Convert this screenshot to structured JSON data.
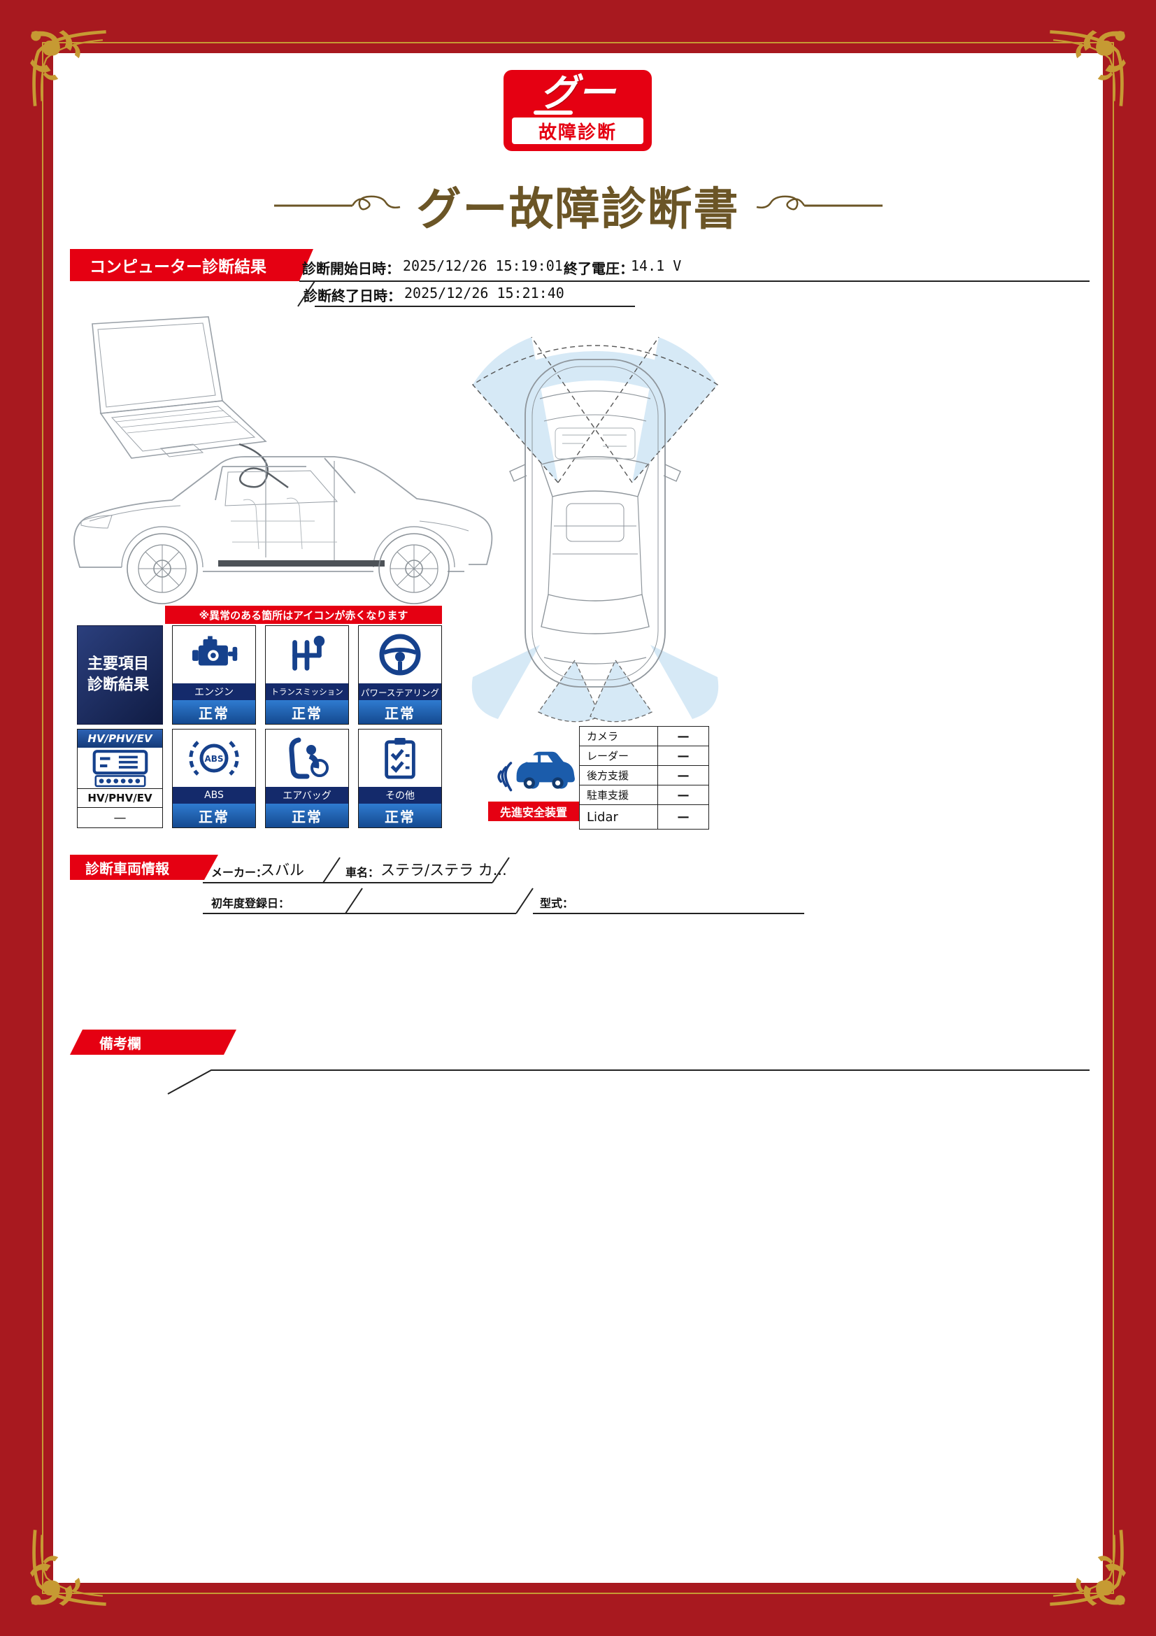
{
  "page": {
    "logo_top": "グー",
    "logo_bottom": "故障診断",
    "title": "グー故障診断書"
  },
  "computer_section": {
    "banner": "コンピューター診断結果",
    "start_label": "診断開始日時：",
    "start_value": "2025/12/26 15:19:01",
    "voltage_label": "終了電圧：",
    "voltage_value": "14.1 V",
    "end_label": "診断終了日時：",
    "end_value": "2025/12/26 15:21:40"
  },
  "notice": "※異常のある箇所はアイコンが赤くなります",
  "main_panel": {
    "line1": "主要項目",
    "line2": "診断結果"
  },
  "items": [
    {
      "name": "エンジン",
      "status": "正常"
    },
    {
      "name": "トランスミッション",
      "status": "正常"
    },
    {
      "name": "パワーステアリング",
      "status": "正常"
    },
    {
      "name": "ABS",
      "status": "正常"
    },
    {
      "name": "エアバッグ",
      "status": "正常"
    },
    {
      "name": "その他",
      "status": "正常"
    }
  ],
  "hv_cell": {
    "header": "HV/PHV/EV",
    "name": "HV/PHV/EV",
    "status": "—"
  },
  "safety": {
    "label": "先進安全装置",
    "rows": [
      {
        "name": "カメラ",
        "value": "—"
      },
      {
        "name": "レーダー",
        "value": "—"
      },
      {
        "name": "後方支援",
        "value": "—"
      },
      {
        "name": "駐車支援",
        "value": "—"
      },
      {
        "name": "Lidar",
        "value": "—"
      }
    ]
  },
  "vehicle_section": {
    "banner": "診断車両情報",
    "maker_label": "メーカー：",
    "maker_value": "スバル",
    "name_label": "車名：",
    "name_value": "ステラ/ステラ カ...",
    "reg_label": "初年度登録日：",
    "model_label": "型式："
  },
  "remarks_section": {
    "banner": "備考欄"
  },
  "colors": {
    "border_red": "#a8191f",
    "accent_red": "#e50012",
    "gold": "#c69a33",
    "title_brown": "#6b5526",
    "navy": "#142a6b",
    "status_blue": "#1a5fae",
    "icon_blue": "#16418c",
    "sensor_blue": "#d6e9f6"
  }
}
